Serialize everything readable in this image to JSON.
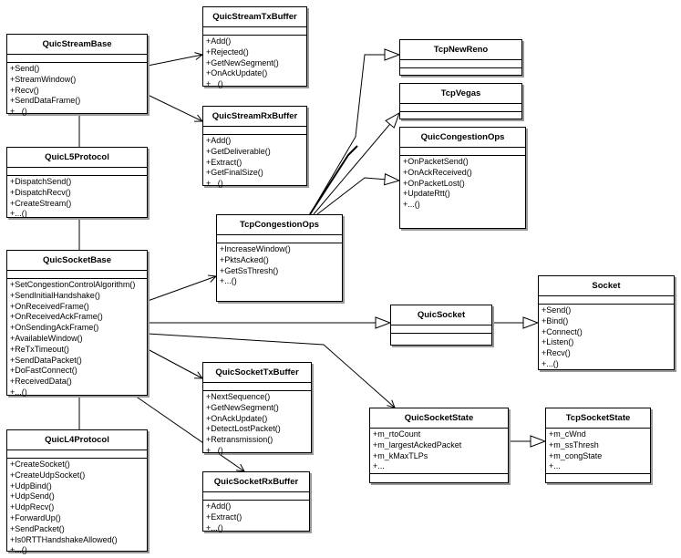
{
  "classes": {
    "quicStreamBase": {
      "name": "QuicStreamBase",
      "attributes": [],
      "operations": [
        "+Send()",
        "+StreamWindow()",
        "+Recv()",
        "+SendDataFrame()",
        "+...()"
      ]
    },
    "quicStreamTxBuffer": {
      "name": "QuicStreamTxBuffer",
      "attributes": [],
      "operations": [
        "+Add()",
        "+Rejected()",
        "+GetNewSegment()",
        "+OnAckUpdate()",
        "+...()"
      ]
    },
    "quicStreamRxBuffer": {
      "name": "QuicStreamRxBuffer",
      "attributes": [],
      "operations": [
        "+Add()",
        "+GetDeliverable()",
        "+Extract()",
        "+GetFinalSize()",
        "+...()"
      ]
    },
    "tcpNewReno": {
      "name": "TcpNewReno",
      "attributes": [],
      "operations": []
    },
    "tcpVegas": {
      "name": "TcpVegas",
      "attributes": [],
      "operations": []
    },
    "quicCongestionOps": {
      "name": "QuicCongestionOps",
      "attributes": [],
      "operations": [
        "+OnPacketSend()",
        "+OnAckReceived()",
        "+OnPacketLost()",
        "+UpdateRtt()",
        "+...()"
      ]
    },
    "quicL5Protocol": {
      "name": "QuicL5Protocol",
      "attributes": [],
      "operations": [
        "+DispatchSend()",
        "+DispatchRecv()",
        "+CreateStream()",
        "+...()"
      ]
    },
    "tcpCongestionOps": {
      "name": "TcpCongestionOps",
      "attributes": [],
      "operations": [
        "+IncreaseWindow()",
        "+PktsAcked()",
        "+GetSsThresh()",
        "+...()"
      ]
    },
    "quicSocketBase": {
      "name": "QuicSocketBase",
      "attributes": [],
      "operations": [
        "+SetCongestionControlAlgorithm()",
        "+SendInitialHandshake()",
        "+OnReceivedFrame()",
        "+OnReceivedAckFrame()",
        "+OnSendingAckFrame()",
        "+AvailableWindow()",
        "+ReTxTimeout()",
        "+SendDataPacket()",
        "+DoFastConnect()",
        "+ReceivedData()",
        "+...()"
      ]
    },
    "socket": {
      "name": "Socket",
      "attributes": [],
      "operations": [
        "+Send()",
        "+Bind()",
        "+Connect()",
        "+Listen()",
        "+Recv()",
        "+...()"
      ]
    },
    "quicSocket": {
      "name": "QuicSocket",
      "attributes": [],
      "operations": []
    },
    "quicSocketTxBuffer": {
      "name": "QuicSocketTxBuffer",
      "attributes": [],
      "operations": [
        "+NextSequence()",
        "+GetNewSegment()",
        "+OnAckUpdate()",
        "+DetectLostPacket()",
        "+Retransmission()",
        "+...()"
      ]
    },
    "quicSocketState": {
      "name": "QuicSocketState",
      "attributes": [
        "+m_rtoCount",
        "+m_largestAckedPacket",
        "+m_kMaxTLPs",
        "+..."
      ],
      "operations": []
    },
    "tcpSocketState": {
      "name": "TcpSocketState",
      "attributes": [
        "+m_cWnd",
        "+m_ssThresh",
        "+m_congState",
        "+..."
      ],
      "operations": []
    },
    "quicL4Protocol": {
      "name": "QuicL4Protocol",
      "attributes": [],
      "operations": [
        "+CreateSocket()",
        "+CreateUdpSocket()",
        "+UdpBind()",
        "+UdpSend()",
        "+UdpRecv()",
        "+ForwardUp()",
        "+SendPacket()",
        "+Is0RTTHandshakeAllowed()",
        "+...()"
      ]
    },
    "quicSocketRxBuffer": {
      "name": "QuicSocketRxBuffer",
      "attributes": [],
      "operations": [
        "+Add()",
        "+Extract()",
        "+...()"
      ]
    }
  },
  "relations": [
    {
      "from": "quicStreamBase",
      "to": "quicStreamTxBuffer",
      "type": "association"
    },
    {
      "from": "quicStreamBase",
      "to": "quicStreamRxBuffer",
      "type": "association"
    },
    {
      "from": "quicStreamBase",
      "to": "quicL5Protocol",
      "type": "link"
    },
    {
      "from": "quicL5Protocol",
      "to": "quicSocketBase",
      "type": "link"
    },
    {
      "from": "quicSocketBase",
      "to": "quicL4Protocol",
      "type": "link"
    },
    {
      "from": "quicSocketBase",
      "to": "tcpCongestionOps",
      "type": "association"
    },
    {
      "from": "quicSocketBase",
      "to": "quicSocket",
      "type": "generalization"
    },
    {
      "from": "quicSocket",
      "to": "socket",
      "type": "generalization"
    },
    {
      "from": "quicSocketBase",
      "to": "quicSocketTxBuffer",
      "type": "association"
    },
    {
      "from": "quicSocketBase",
      "to": "quicSocketRxBuffer",
      "type": "association"
    },
    {
      "from": "quicSocketBase",
      "to": "quicSocketState",
      "type": "association"
    },
    {
      "from": "quicSocketState",
      "to": "tcpSocketState",
      "type": "generalization"
    },
    {
      "from": "tcpCongestionOps",
      "to": "tcpNewReno",
      "type": "generalization"
    },
    {
      "from": "tcpCongestionOps",
      "to": "tcpVegas",
      "type": "generalization"
    },
    {
      "from": "tcpCongestionOps",
      "to": "quicCongestionOps",
      "type": "generalization"
    }
  ]
}
